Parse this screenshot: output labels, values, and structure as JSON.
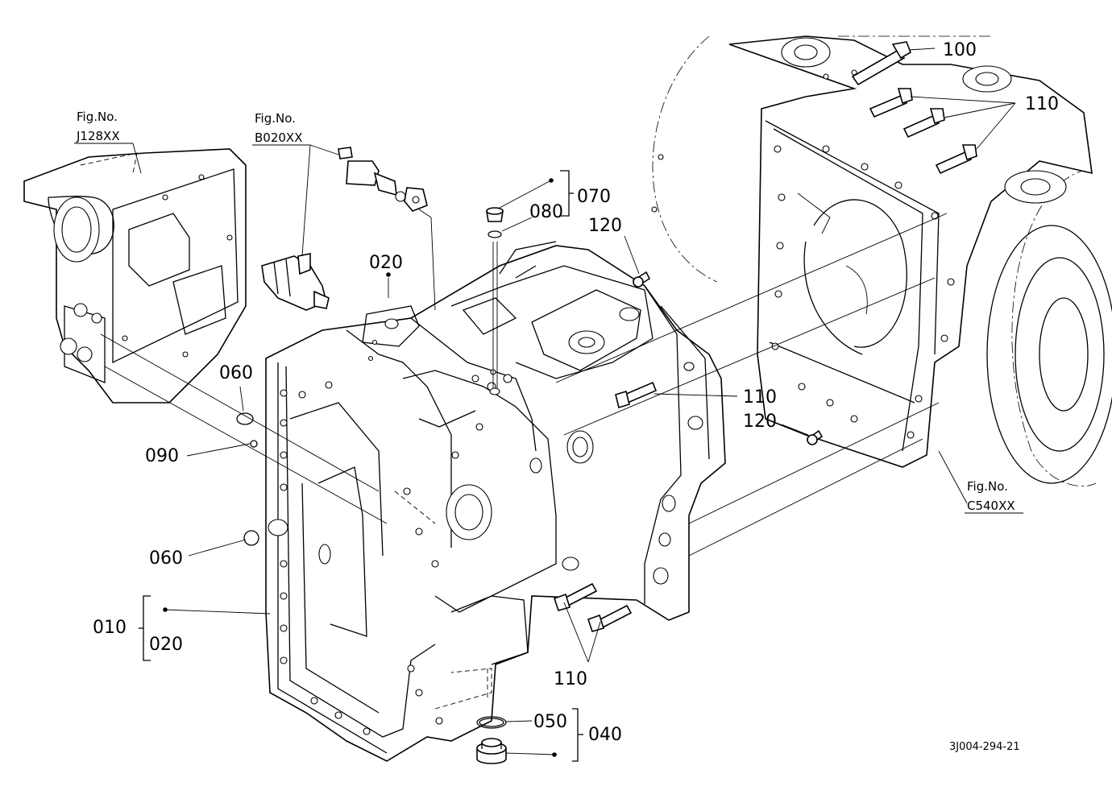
{
  "callouts": {
    "c010": "010",
    "c020a": "020",
    "c020b": "020",
    "c040": "040",
    "c050": "050",
    "c060a": "060",
    "c060b": "060",
    "c070": "070",
    "c080": "080",
    "c090": "090",
    "c100": "100",
    "c110a": "110",
    "c110b": "110",
    "c110c": "110",
    "c120a": "120",
    "c120b": "120"
  },
  "figure_refs": {
    "j128": {
      "title": "Fig.No.",
      "code": "J128XX"
    },
    "b020": {
      "title": "Fig.No.",
      "code": "B020XX"
    },
    "c540": {
      "title": "Fig.No.",
      "code": "C540XX"
    }
  },
  "drawing_code": "3J004-294-21"
}
